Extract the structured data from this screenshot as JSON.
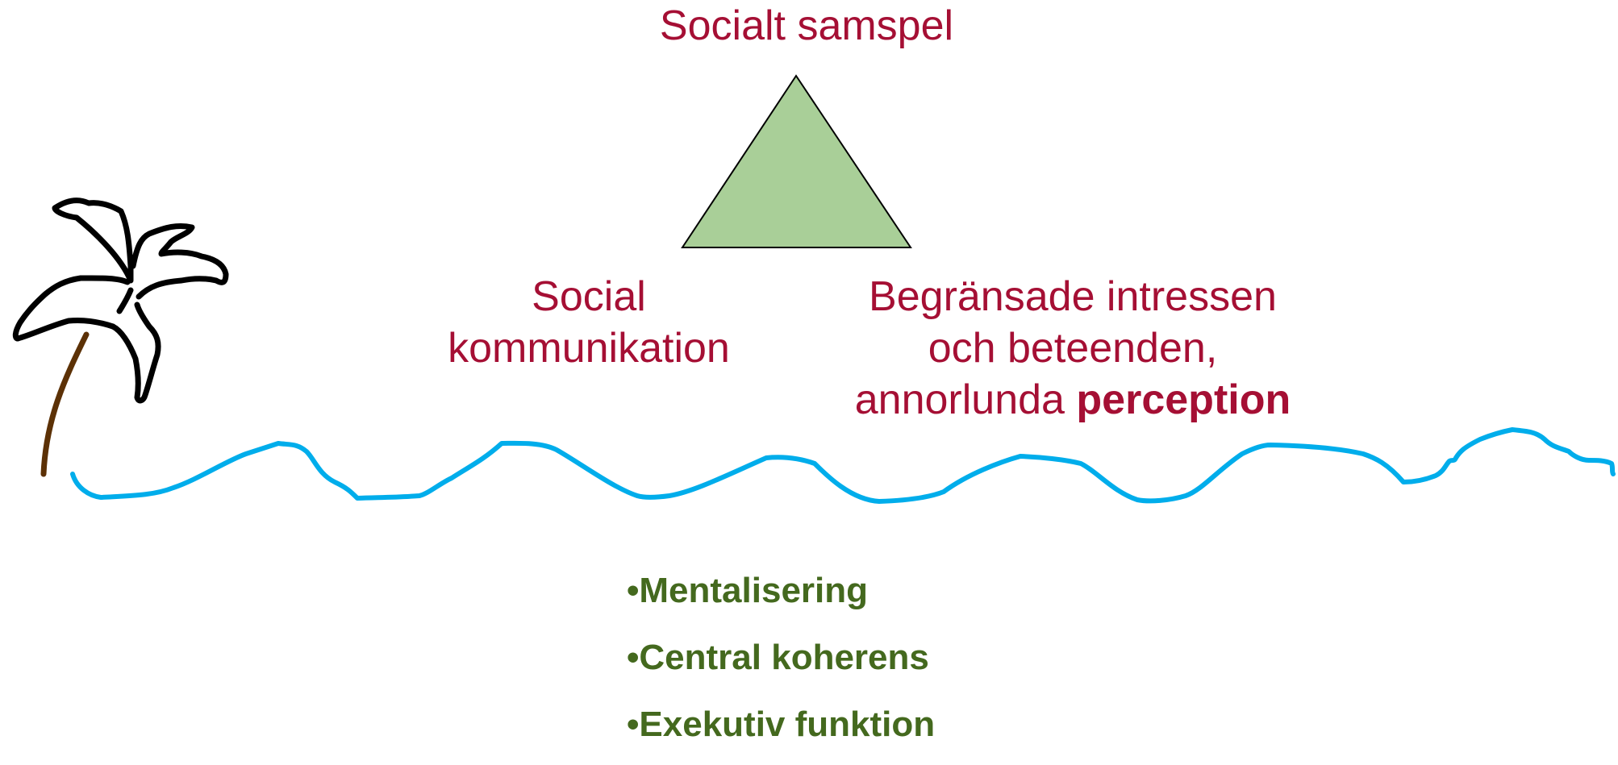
{
  "colors": {
    "label_red": "#a50f34",
    "bullet_green": "#44691e",
    "triangle_fill": "#a9cf98",
    "triangle_stroke": "#000000",
    "wave": "#00adeb",
    "palm_trunk": "#5c3106",
    "palm_leaves": "#000000"
  },
  "icons": {
    "palm": "palm-tree-icon",
    "wave": "wave-line-icon",
    "triangle": "triangle-shape"
  },
  "top_label": "Socialt samspel",
  "left_label": {
    "line1": "Social",
    "line2": "kommunikation"
  },
  "right_label": {
    "line1": "Begränsade intressen",
    "line2": "och beteenden,",
    "line3_prefix": "annorlunda ",
    "line3_bold": "perception"
  },
  "bullets": {
    "marker": "•",
    "items": [
      "Mentalisering",
      "Central koherens",
      "Exekutiv funktion"
    ]
  }
}
